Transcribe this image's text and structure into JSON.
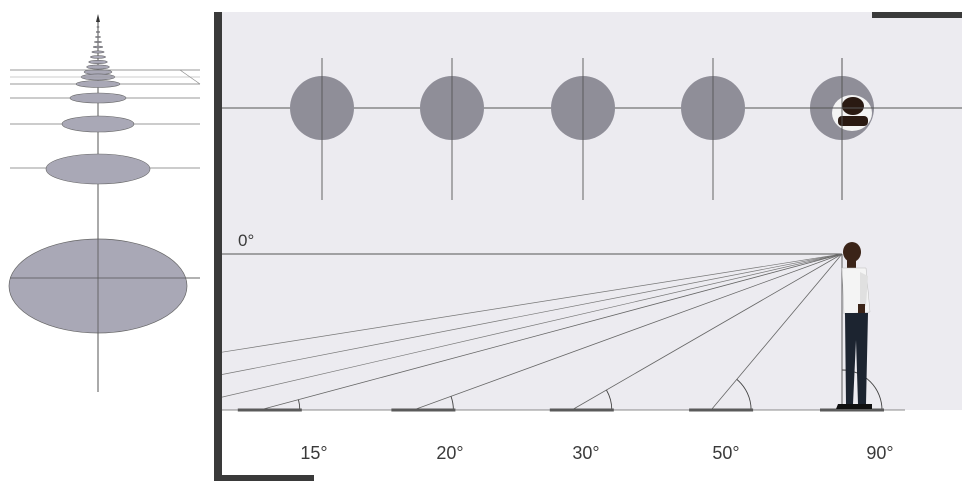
{
  "figure": {
    "horizon_label": "0°",
    "angles": [
      {
        "label": "15°",
        "degrees": 15
      },
      {
        "label": "20°",
        "degrees": 20
      },
      {
        "label": "30°",
        "degrees": 30
      },
      {
        "label": "50°",
        "degrees": 50
      },
      {
        "label": "90°",
        "degrees": 90
      }
    ]
  },
  "colors": {
    "panel_bg": "#ecebf0",
    "disc_fill": "#8f8e98",
    "ellipse_fill": "#a9a8b6",
    "line": "#4a4a4a",
    "frame": "#3a3a3a",
    "person_skin": "#3b2418",
    "person_shirt": "#f4f4f4",
    "person_trousers": "#1c2430"
  }
}
